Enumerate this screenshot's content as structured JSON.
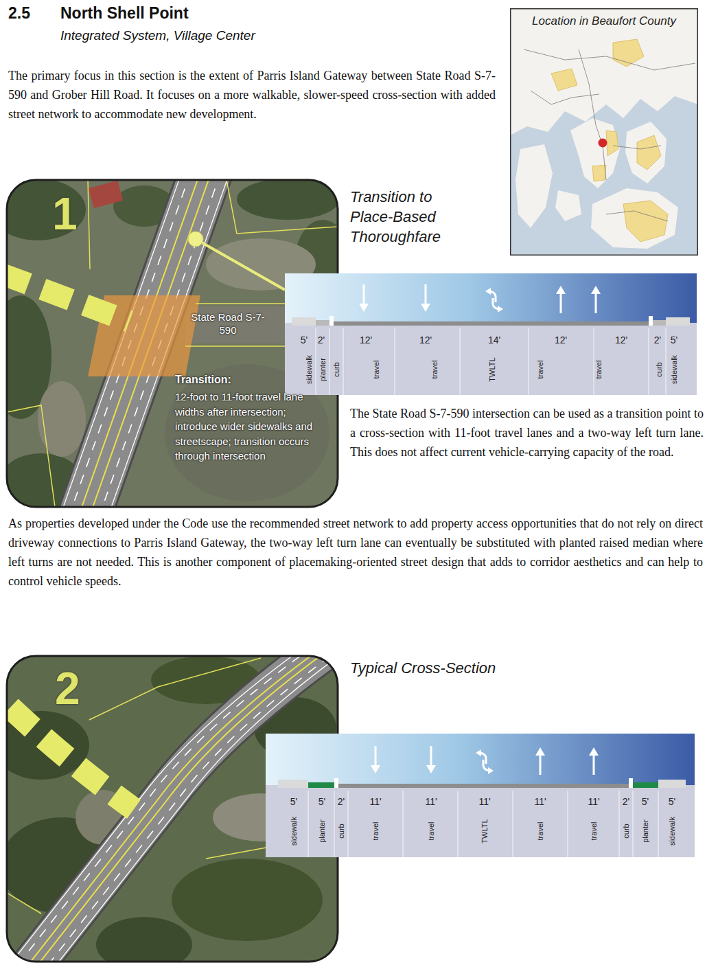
{
  "diagram": {
    "title": "North Shell Point",
    "nodes": [
      {
        "text": [
          "Location in Beaufort County"
        ]
      },
      {
        "text": [
          "1",
          "State Road S-7-590",
          "Transition:",
          "12-foot to 11-foot travel lane widths after intersection; introduce wider sidewalks and streetscape; transition occurs through intersection"
        ]
      },
      {
        "text": [
          "5'",
          "2'",
          "12'",
          "12'",
          "14'",
          "12'",
          "12'",
          "2'",
          "5'",
          "sidewalk",
          "planter",
          "curb",
          "travel",
          "travel",
          "TWLTL",
          "travel",
          "travel",
          "curb",
          "sidewalk"
        ]
      },
      {
        "text": [
          "2"
        ]
      },
      {
        "text": [
          "5'",
          "5'",
          "2'",
          "11'",
          "11'",
          "11'",
          "11'",
          "11'",
          "2'",
          "5'",
          "5'",
          "sidewalk",
          "planter",
          "curb",
          "travel",
          "travel",
          "TWLTL",
          "travel",
          "travel",
          "curb",
          "planter",
          "sidewalk"
        ]
      }
    ],
    "edges": [
      {
        "from": 1,
        "to": 2,
        "arrow": "none"
      }
    ],
    "labels": [
      "2.5",
      "Integrated System, Village Center",
      "The primary focus in this section is the extent of Parris Island Gateway between State Road S-7-590 and Grober Hill Road. It focuses on a more walkable, slower-speed cross-section with added street network to accommodate new development.",
      "Transition to Place-Based Thoroughfare",
      "The State Road S-7-590 intersection can be used as a transition point to a cross-section with 11-foot travel lanes and a two-way left turn lane. This does not affect current vehicle-carrying capacity of the road.",
      "As properties developed under the Code use the recommended street network to add property access opportunities that do not rely on direct driveway connections to Parris Island Gateway, the two-way left turn lane can eventually be substituted with planted raised median where left turns are not needed. This is another component of placemaking-oriented street design that adds to corridor aesthetics and can help to control vehicle speeds.",
      "Typical Cross-Section"
    ]
  }
}
